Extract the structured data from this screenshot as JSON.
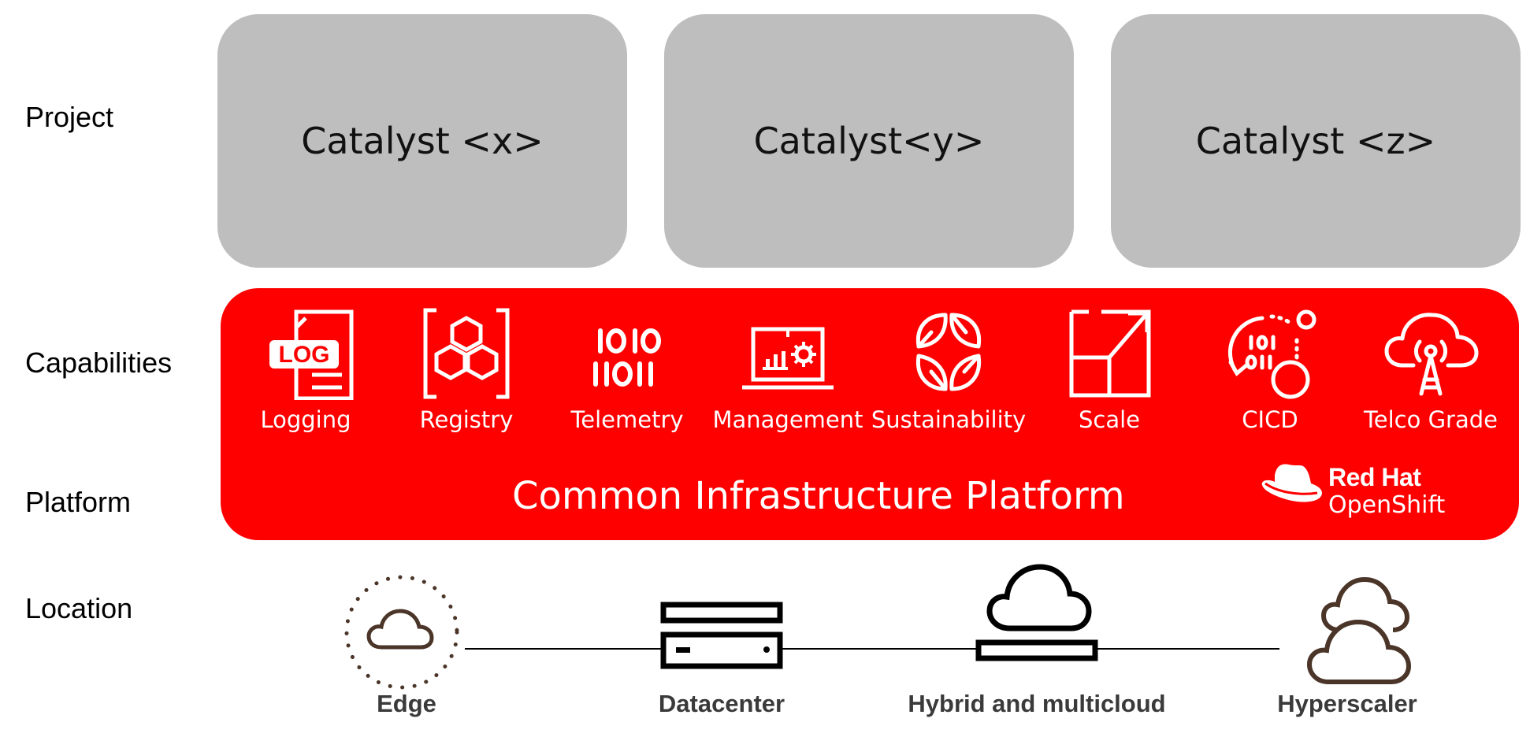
{
  "rows": {
    "project": "Project",
    "capabilities": "Capabilities",
    "platform": "Platform",
    "location": "Location"
  },
  "catalysts": [
    "Catalyst <x>",
    "Catalyst<y>",
    "Catalyst <z>"
  ],
  "capabilities": [
    {
      "label": "Logging",
      "icon": "log-document-icon",
      "badge": "LOG"
    },
    {
      "label": "Registry",
      "icon": "hexagon-registry-icon"
    },
    {
      "label": "Telemetry",
      "icon": "binary-digits-icon"
    },
    {
      "label": "Management",
      "icon": "laptop-chart-gear-icon"
    },
    {
      "label": "Sustainability",
      "icon": "leaves-icon"
    },
    {
      "label": "Scale",
      "icon": "scale-arrow-icon"
    },
    {
      "label": "CICD",
      "icon": "cicd-loop-icon"
    },
    {
      "label": "Telco Grade",
      "icon": "cloud-antenna-icon"
    }
  ],
  "platform_title": "Common Infrastructure Platform",
  "brand": {
    "line1": "Red Hat",
    "line2": "OpenShift",
    "icon": "red-hat-fedora-icon"
  },
  "locations": [
    {
      "label": "Edge",
      "icon": "edge-cloud-icon"
    },
    {
      "label": "Datacenter",
      "icon": "server-icon"
    },
    {
      "label": "Hybrid and multicloud",
      "icon": "cloud-server-icon"
    },
    {
      "label": "Hyperscaler",
      "icon": "double-cloud-icon"
    }
  ],
  "colors": {
    "platform": "#ff0000",
    "catalyst": "#bebebe",
    "location_icon": "#4a3528"
  }
}
